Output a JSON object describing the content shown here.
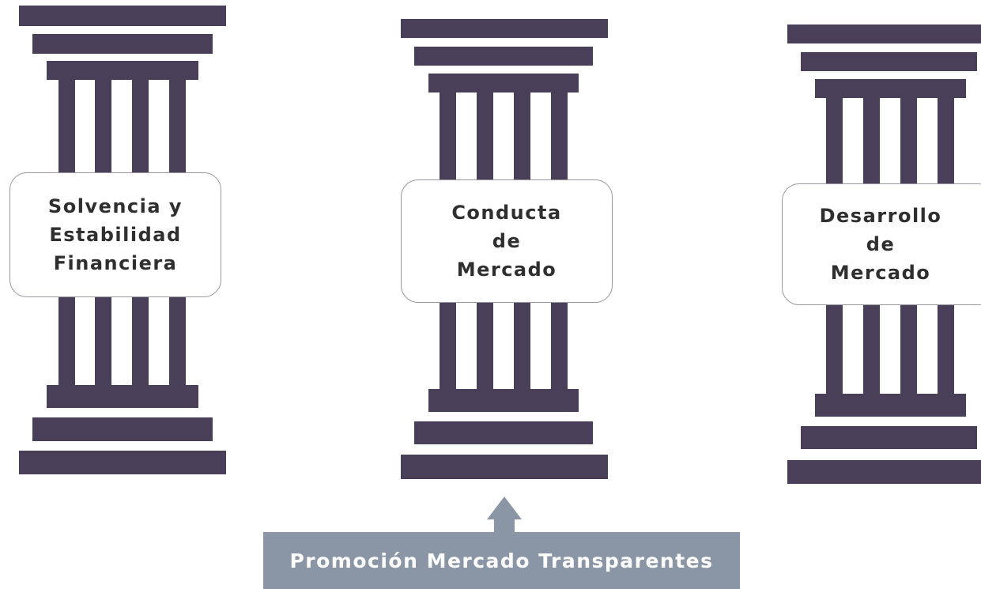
{
  "colors": {
    "pillar": "#4a3f58",
    "banner": "#8a96a6",
    "arrow": "#8a96a6"
  },
  "pillars": [
    {
      "lines": [
        "Solvencia y",
        "Estabilidad",
        "Financiera"
      ]
    },
    {
      "lines": [
        "Conducta",
        "de",
        "Mercado"
      ]
    },
    {
      "lines": [
        "Desarrollo",
        "de",
        "Mercado"
      ]
    }
  ],
  "banner": {
    "label": "Promoción Mercado Transparentes"
  }
}
